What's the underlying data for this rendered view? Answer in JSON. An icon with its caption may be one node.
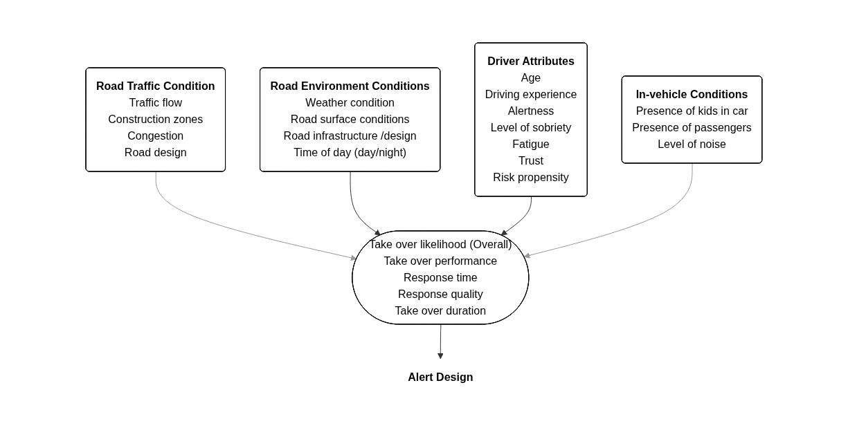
{
  "diagram": {
    "nodes": [
      {
        "text": [
          "Road Traffic Condition",
          "Traffic flow",
          "Construction zones",
          "Congestion",
          "Road design"
        ]
      },
      {
        "text": [
          "Road Environment Conditions",
          "Weather condition",
          "Road surface conditions",
          "Road infrastructure /design",
          "Time of day (day/night)"
        ]
      },
      {
        "text": [
          "Driver Attributes",
          "Age",
          "Driving experience",
          "Alertness",
          "Level of sobriety",
          "Fatigue",
          "Trust",
          "Risk propensity"
        ]
      },
      {
        "text": [
          "Take over likelihood (Overall)",
          "Take over performance",
          "Response time",
          "Response quality",
          "Take over duration"
        ]
      },
      {
        "text": [
          "In-vehicle Conditions",
          "Presence of kids in car",
          "Presence of passengers",
          "Level of noise"
        ]
      },
      {
        "text": [
          "Alert Design"
        ]
      }
    ],
    "edges": [
      {
        "from": 0,
        "to": 3,
        "arrow": "to",
        "color": "#999999"
      },
      {
        "from": 1,
        "to": 3,
        "arrow": "to"
      },
      {
        "from": 2,
        "to": 3,
        "arrow": "to"
      },
      {
        "from": 4,
        "to": 3,
        "arrow": "to",
        "color": "#999999"
      },
      {
        "from": 3,
        "to": 5,
        "arrow": "to"
      }
    ]
  }
}
